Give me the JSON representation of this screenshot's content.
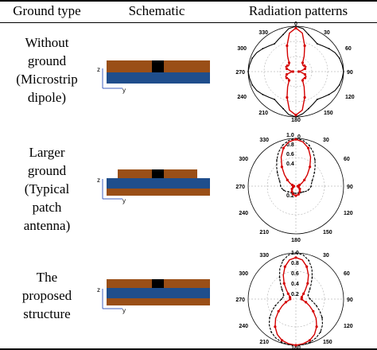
{
  "headers": {
    "ground_type": "Ground type",
    "schematic": "Schematic",
    "radiation": "Radiation patterns"
  },
  "rows": [
    {
      "ground_type_lines": [
        "Without",
        "ground",
        "(Microstrip",
        "dipole)"
      ],
      "schematic_axes": {
        "z": "z",
        "y": "y"
      },
      "pattern_ticks": [
        "0",
        "30",
        "60",
        "90",
        "120",
        "150",
        "180",
        "210",
        "240",
        "270",
        "300",
        "330"
      ],
      "radial_labels": [],
      "black_pattern": [
        1.0,
        0.96,
        0.86,
        0.8,
        0.76,
        0.8,
        0.86,
        0.92,
        0.96,
        0.98,
        1.0,
        0.98,
        0.96,
        0.92,
        0.86,
        0.8,
        0.76,
        0.8,
        0.86,
        0.94,
        1.0,
        0.96,
        0.86,
        0.8,
        0.76,
        0.8,
        0.86,
        0.92,
        0.96,
        0.98,
        1.0,
        0.98,
        0.96,
        0.92,
        0.86,
        0.8,
        0.76,
        0.8,
        0.86,
        0.96
      ],
      "red_pattern": [
        0.96,
        0.86,
        0.6,
        0.38,
        0.24,
        0.2,
        0.22,
        0.24,
        0.2,
        0.12,
        0.06,
        0.12,
        0.2,
        0.24,
        0.24,
        0.22,
        0.24,
        0.38,
        0.6,
        0.86,
        0.96,
        0.86,
        0.6,
        0.38,
        0.24,
        0.22,
        0.24,
        0.24,
        0.2,
        0.12,
        0.06,
        0.12,
        0.2,
        0.24,
        0.22,
        0.2,
        0.24,
        0.38,
        0.6,
        0.86
      ]
    },
    {
      "ground_type_lines": [
        "Larger",
        "ground",
        "(Typical",
        "patch",
        "antenna)"
      ],
      "schematic_axes": {
        "z": "z",
        "y": "y"
      },
      "pattern_ticks": [
        "0",
        "30",
        "60",
        "90",
        "120",
        "150",
        "180",
        "210",
        "240",
        "270",
        "300",
        "330"
      ],
      "radial_labels": [
        "1.0",
        "0.8",
        "0.6",
        "0.4",
        "0.2"
      ],
      "black_pattern": [
        1.0,
        0.97,
        0.9,
        0.8,
        0.68,
        0.57,
        0.48,
        0.41,
        0.36,
        0.33,
        0.32,
        0.3,
        0.27,
        0.24,
        0.2,
        0.18,
        0.17,
        0.16,
        0.15,
        0.15,
        0.15,
        0.15,
        0.15,
        0.16,
        0.17,
        0.18,
        0.2,
        0.24,
        0.27,
        0.3,
        0.32,
        0.33,
        0.36,
        0.41,
        0.48,
        0.57,
        0.68,
        0.8,
        0.9,
        0.97
      ],
      "red_pattern": [
        0.98,
        0.94,
        0.84,
        0.68,
        0.5,
        0.34,
        0.22,
        0.14,
        0.08,
        0.05,
        0.04,
        0.05,
        0.06,
        0.08,
        0.1,
        0.12,
        0.14,
        0.16,
        0.18,
        0.19,
        0.2,
        0.19,
        0.18,
        0.16,
        0.14,
        0.12,
        0.1,
        0.08,
        0.06,
        0.05,
        0.04,
        0.05,
        0.08,
        0.14,
        0.22,
        0.34,
        0.5,
        0.68,
        0.84,
        0.94
      ]
    },
    {
      "ground_type_lines": [
        "The",
        "proposed",
        "structure"
      ],
      "schematic_axes": {
        "z": "z",
        "y": "y"
      },
      "pattern_ticks": [
        "0",
        "30",
        "60",
        "90",
        "120",
        "150",
        "180",
        "210",
        "240",
        "270",
        "300",
        "330"
      ],
      "radial_labels": [
        "1.0",
        "0.8",
        "0.6",
        "0.4",
        "0.2"
      ],
      "black_pattern": [
        1.0,
        0.97,
        0.88,
        0.74,
        0.58,
        0.45,
        0.36,
        0.3,
        0.27,
        0.27,
        0.3,
        0.36,
        0.45,
        0.56,
        0.68,
        0.79,
        0.88,
        0.94,
        0.98,
        1.0,
        1.0,
        1.0,
        0.98,
        0.94,
        0.88,
        0.79,
        0.68,
        0.56,
        0.45,
        0.36,
        0.3,
        0.27,
        0.27,
        0.3,
        0.36,
        0.45,
        0.58,
        0.74,
        0.88,
        0.97
      ],
      "red_pattern": [
        0.9,
        0.86,
        0.74,
        0.58,
        0.42,
        0.28,
        0.2,
        0.15,
        0.13,
        0.12,
        0.12,
        0.15,
        0.22,
        0.32,
        0.45,
        0.6,
        0.74,
        0.86,
        0.94,
        0.98,
        1.0,
        0.98,
        0.94,
        0.86,
        0.74,
        0.6,
        0.45,
        0.32,
        0.22,
        0.15,
        0.12,
        0.12,
        0.13,
        0.15,
        0.2,
        0.28,
        0.42,
        0.58,
        0.74,
        0.86
      ]
    }
  ],
  "colors": {
    "copper": "#9a4f17",
    "substrate": "#1f4e8c",
    "feed": "#000000",
    "pattern_black": "#000000",
    "pattern_red": "#d40000",
    "axis_label": "#4060c0"
  }
}
